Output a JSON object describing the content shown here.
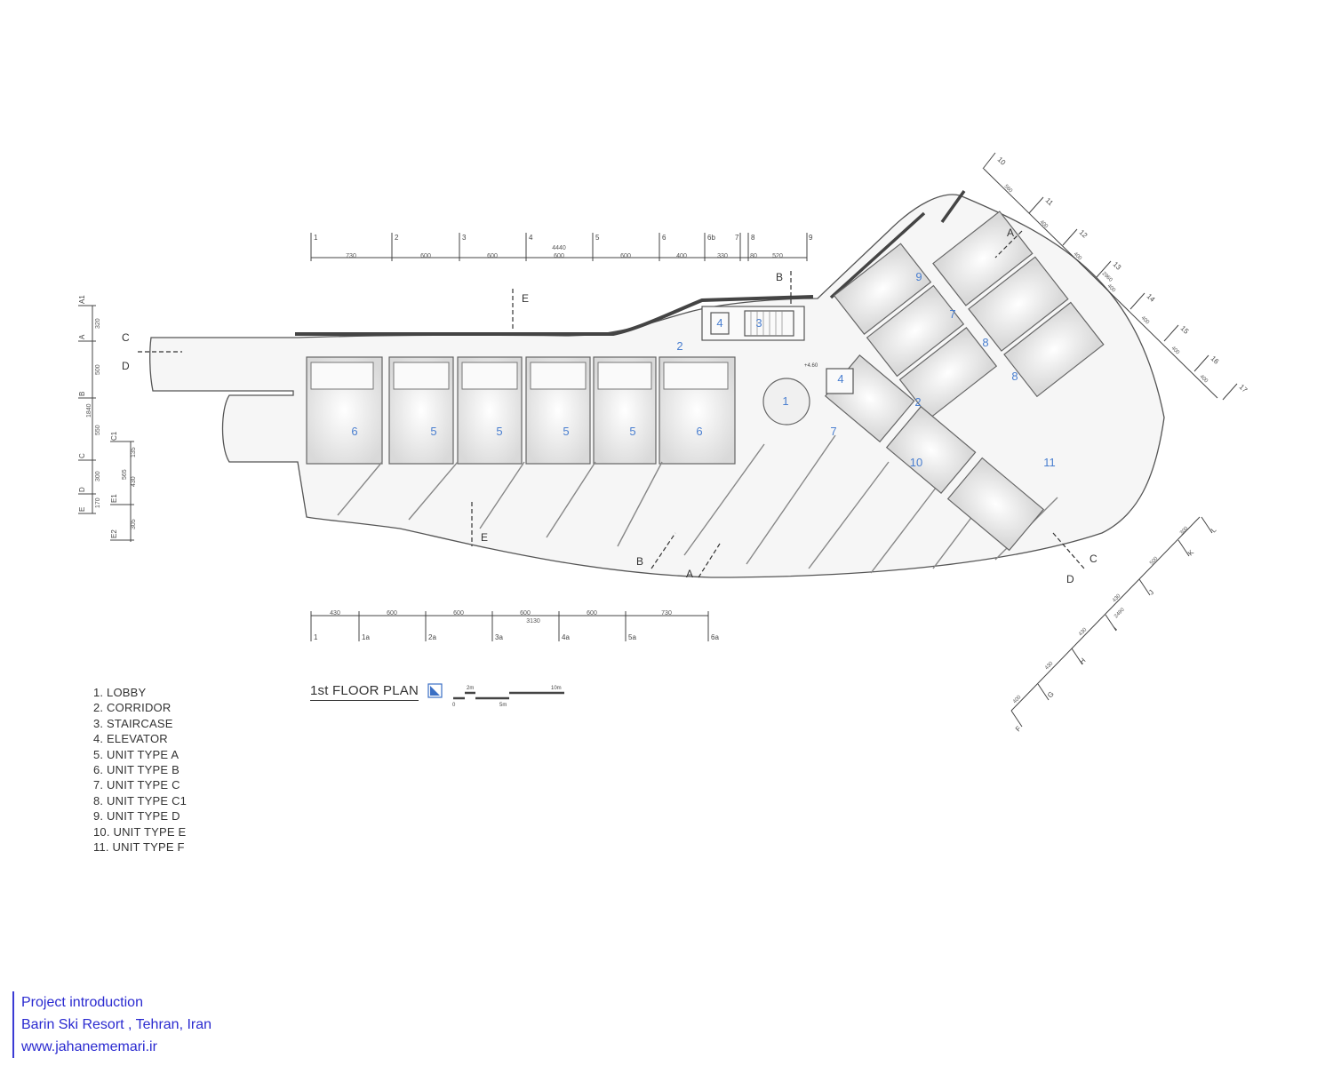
{
  "legend": [
    "1. LOBBY",
    "2. CORRIDOR",
    "3. STAIRCASE",
    "4. ELEVATOR",
    "5. UNIT TYPE A",
    "6. UNIT TYPE B",
    "7. UNIT TYPE C",
    "8. UNIT TYPE C1",
    "9. UNIT TYPE D",
    "10. UNIT TYPE E",
    "11. UNIT TYPE F"
  ],
  "plan_title": "1st FLOOR PLAN",
  "scale_bar": {
    "labels": [
      "0",
      "2m",
      "5m",
      "10m"
    ]
  },
  "elevation_label": "+4.60",
  "footer": {
    "line1": "Project introduction",
    "line2": "Barin Ski Resort , Tehran, Iran",
    "line3": "www.jahanememari.ir"
  },
  "top_dims": {
    "grid": [
      "1",
      "2",
      "3",
      "4",
      "5",
      "6",
      "6b",
      "7",
      "8",
      "9"
    ],
    "spans": [
      "730",
      "600",
      "600",
      "600",
      "600",
      "400",
      "330",
      "80",
      "520"
    ],
    "total": "4440"
  },
  "bottom_dims": {
    "grid": [
      "1",
      "1a",
      "2a",
      "3a",
      "4a",
      "5a",
      "6a"
    ],
    "spans": [
      "430",
      "600",
      "600",
      "600",
      "600",
      "730"
    ],
    "total": "3130"
  },
  "left_dims": {
    "grid": [
      "A1",
      "A",
      "B",
      "C",
      "D",
      "E"
    ],
    "spans": [
      "320",
      "500",
      "550",
      "300",
      "170"
    ],
    "total": "1840",
    "grid2": [
      "C1",
      "E1",
      "E2"
    ],
    "spans2": [
      "135",
      "430",
      "305"
    ],
    "total2": "565"
  },
  "right_dims": {
    "grid": [
      "10",
      "11",
      "12",
      "13",
      "14",
      "15",
      "16",
      "17"
    ],
    "spans": [
      "560",
      "400",
      "400",
      "400",
      "400",
      "400",
      "400"
    ],
    "total": "2960"
  },
  "diag_dims": {
    "grid": [
      "F",
      "G",
      "H",
      "I",
      "J",
      "K",
      "L"
    ],
    "spans": [
      "400",
      "430",
      "430",
      "430",
      "500",
      "300"
    ],
    "total": "2490"
  },
  "section_marks": [
    "A",
    "A",
    "B",
    "B",
    "C",
    "C",
    "D",
    "D",
    "E",
    "E"
  ],
  "room_labels": [
    "1",
    "2",
    "2",
    "3",
    "4",
    "4",
    "5",
    "5",
    "5",
    "5",
    "6",
    "6",
    "7",
    "7",
    "8",
    "8",
    "9",
    "10",
    "11"
  ],
  "colors": {
    "label_blue": "#4a7fd0",
    "wall": "#555555",
    "footer_blue": "#2a2ad0"
  }
}
